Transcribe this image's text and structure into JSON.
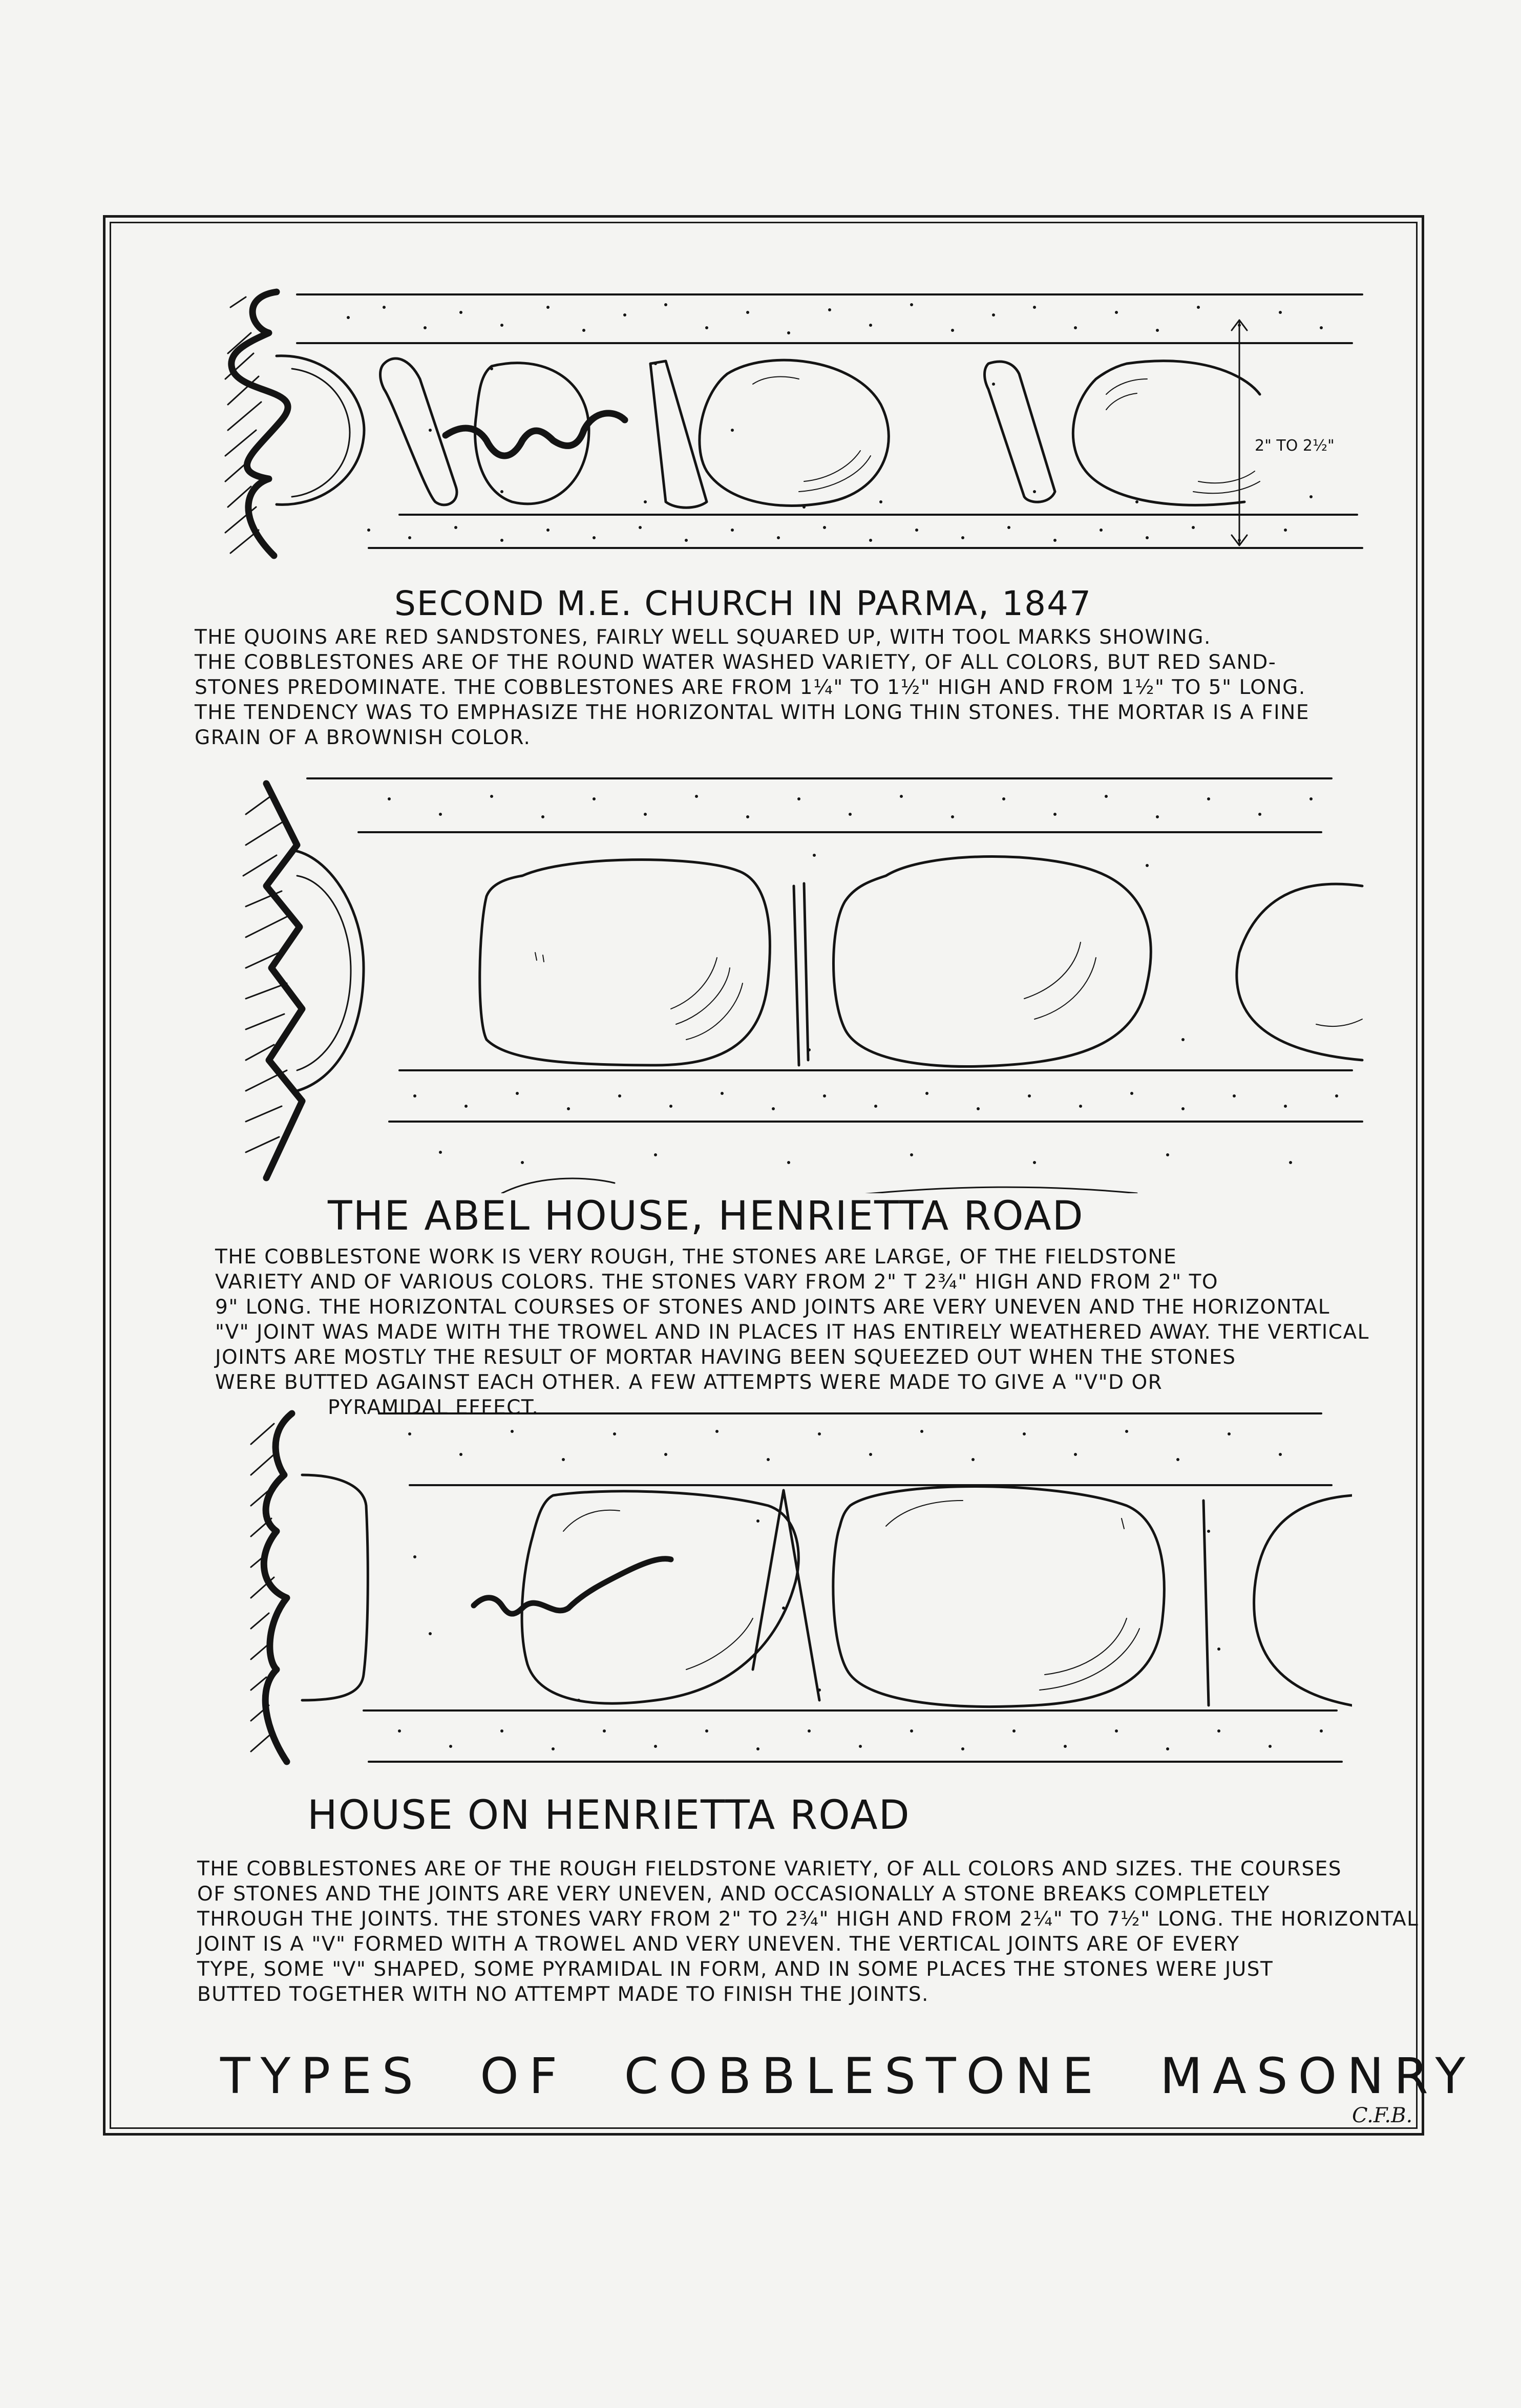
{
  "sections": [
    {
      "heading": "SECOND M.E. CHURCH IN PARMA, 1847",
      "lines": [
        "THE QUOINS ARE RED SANDSTONES, FAIRLY WELL SQUARED UP, WITH TOOL MARKS SHOWING.",
        "THE COBBLESTONES ARE OF THE ROUND WATER WASHED VARIETY, OF ALL COLORS, BUT RED SAND-",
        "STONES PREDOMINATE. THE COBBLESTONES ARE FROM 1¼\" TO 1½\" HIGH AND FROM 1½\" TO 5\" LONG.",
        "THE TENDENCY WAS TO EMPHASIZE THE HORIZONTAL WITH LONG THIN STONES. THE MORTAR IS A FINE",
        "GRAIN OF A BROWNISH COLOR."
      ],
      "dimension_label": "2\" TO 2½\""
    },
    {
      "heading": "THE ABEL HOUSE, HENRIETTA ROAD",
      "lines": [
        "THE COBBLESTONE WORK IS VERY ROUGH, THE STONES ARE LARGE, OF THE FIELDSTONE",
        "VARIETY AND OF VARIOUS COLORS. THE STONES VARY FROM 2\" T 2¾\" HIGH AND FROM 2\" TO",
        "9\" LONG. THE HORIZONTAL COURSES OF STONES AND JOINTS ARE VERY UNEVEN AND THE HORIZONTAL",
        "\"V\" JOINT WAS MADE WITH THE TROWEL AND IN PLACES IT HAS ENTIRELY WEATHERED AWAY. THE VERTICAL",
        "JOINTS ARE MOSTLY THE RESULT OF MORTAR HAVING BEEN SQUEEZED OUT WHEN THE STONES",
        "WERE BUTTED AGAINST EACH OTHER. A FEW ATTEMPTS WERE MADE TO GIVE A \"V\"d OR",
        "PYRAMIDAL EFFECT."
      ]
    },
    {
      "heading": "HOUSE ON HENRIETTA ROAD",
      "lines": [
        "THE COBBLESTONES ARE OF THE ROUGH FIELDSTONE VARIETY, OF ALL COLORS AND SIZES. THE COURSES",
        "OF STONES AND THE JOINTS ARE VERY UNEVEN, AND OCCASIONALLY A STONE BREAKS COMPLETELY",
        "THROUGH THE JOINTS. THE STONES VARY FROM 2\" TO 2¾\" HIGH AND FROM 2¼\" TO 7½\" LONG. THE HORIZONTAL",
        "JOINT IS A \"V\" FORMED WITH A TROWEL AND VERY UNEVEN. THE VERTICAL JOINTS ARE OF EVERY",
        "TYPE, SOME \"V\" SHAPED, SOME PYRAMIDAL IN FORM, AND IN SOME PLACES THE STONES WERE JUST",
        "BUTTED TOGETHER WITH NO ATTEMPT MADE TO FINISH THE JOINTS."
      ]
    }
  ],
  "title": "TYPES OF COBBLESTONE MASONRY",
  "initials": "C.F.B."
}
